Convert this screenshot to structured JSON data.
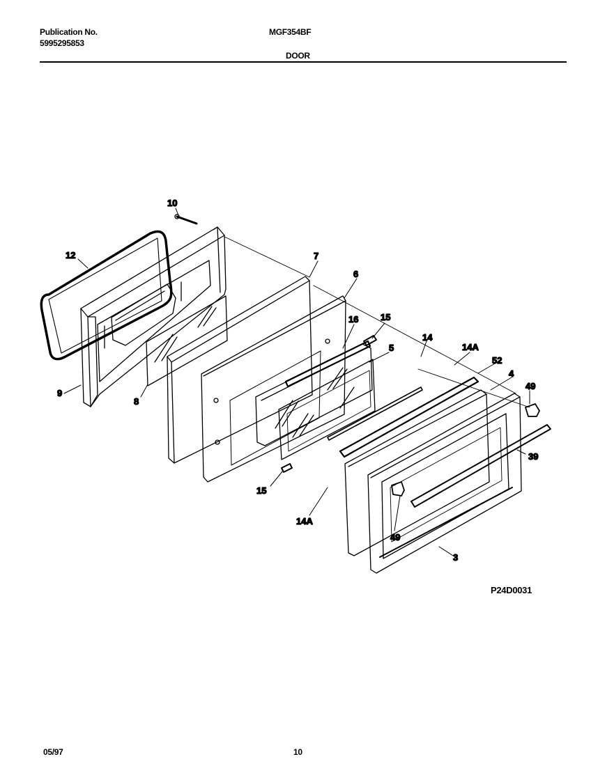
{
  "header": {
    "publication_label": "Publication No.",
    "publication_number": "5995295853",
    "model": "MGF354BF",
    "section": "DOOR"
  },
  "diagram": {
    "callouts": {
      "c10": "10",
      "c12": "12",
      "c9": "9",
      "c8": "8",
      "c7": "7",
      "c6": "6",
      "c16": "16",
      "c15a": "15",
      "c5": "5",
      "c14": "14",
      "c14Aa": "14A",
      "c52": "52",
      "c4": "4",
      "c49a": "49",
      "c39": "39",
      "c15b": "15",
      "c14Ab": "14A",
      "c49b": "49",
      "c3": "3"
    },
    "drawing_code": "P24D0031"
  },
  "footer": {
    "date": "05/97",
    "page": "10"
  }
}
